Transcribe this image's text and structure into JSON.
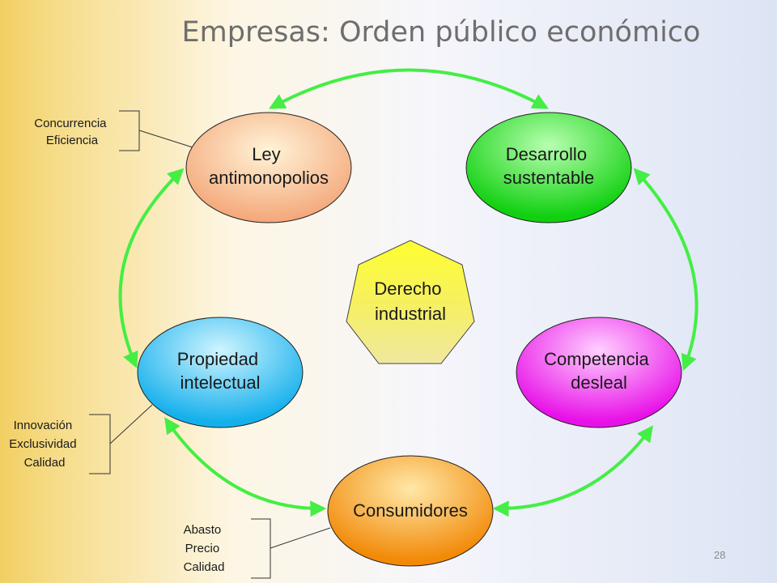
{
  "slide": {
    "title": "Empresas: Orden público económico",
    "page_number": "28"
  },
  "center": {
    "lines": [
      "Derecho",
      "industrial"
    ]
  },
  "nodes": [
    {
      "id": "ley",
      "lines": [
        "Ley",
        "antimonopolios"
      ],
      "color": "#f5b27a"
    },
    {
      "id": "desarrollo",
      "lines": [
        "Desarrollo",
        "sustentable"
      ],
      "color": "#22dd22"
    },
    {
      "id": "competencia",
      "lines": [
        "Competencia",
        "desleal"
      ],
      "color": "#ee22ee"
    },
    {
      "id": "consumidores",
      "lines": [
        "Consumidores"
      ],
      "color": "#f59a10"
    },
    {
      "id": "propiedad",
      "lines": [
        "Propiedad",
        "intelectual"
      ],
      "color": "#22bbee"
    }
  ],
  "notes": [
    {
      "id": "ley",
      "lines": [
        "Concurrencia",
        "Eficiencia"
      ]
    },
    {
      "id": "propiedad",
      "lines": [
        "Innovación",
        "Exclusividad",
        "Calidad"
      ]
    },
    {
      "id": "consumidores",
      "lines": [
        "Abasto",
        "Precio",
        "Calidad"
      ]
    }
  ],
  "colors": {
    "arrow": "#44ee44",
    "background_left": "#f3d36b",
    "background_right": "#dde5f4"
  }
}
